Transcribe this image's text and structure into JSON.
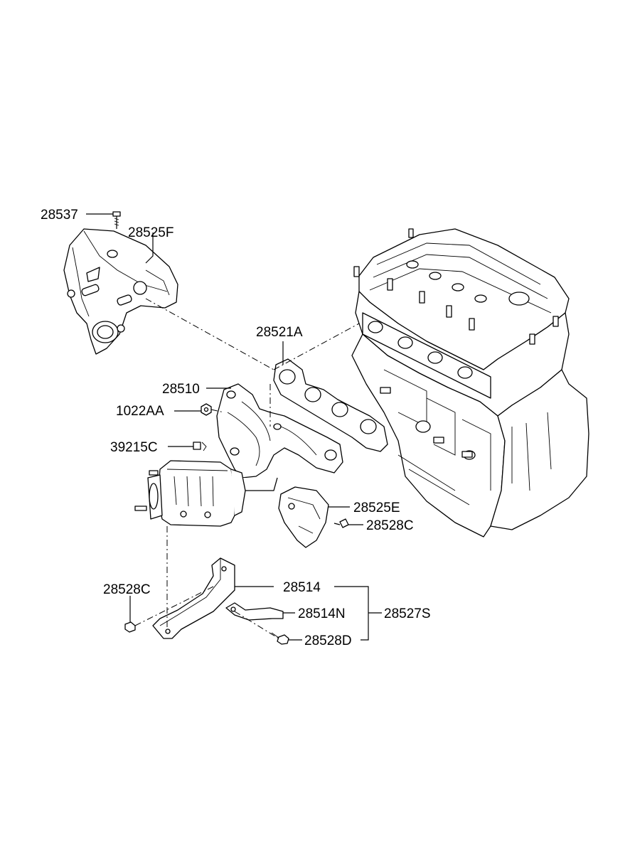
{
  "labels": {
    "p28537": "28537",
    "p28525F": "28525F",
    "p28521A": "28521A",
    "p28510": "28510",
    "p1022AA": "1022AA",
    "p39215C": "39215C",
    "p28525E": "28525E",
    "p28528C_right": "28528C",
    "p28528C_left": "28528C",
    "p28514": "28514",
    "p28514N": "28514N",
    "p28527S": "28527S",
    "p28528D": "28528D"
  }
}
